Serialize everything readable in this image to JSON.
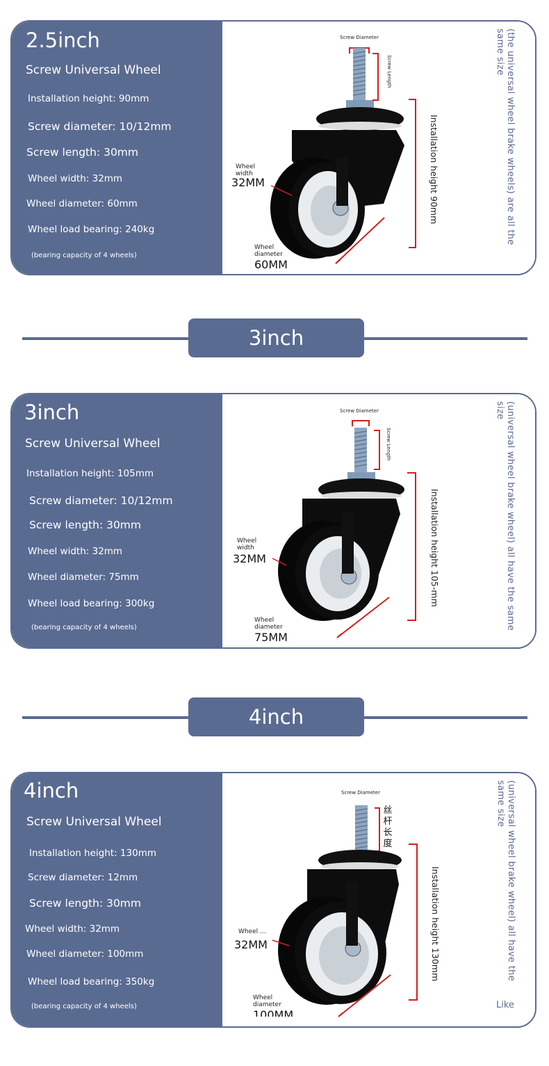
{
  "sections": [
    {
      "title": "2.5inch",
      "subtitle": "Screw Universal Wheel",
      "specs": [
        "Installation height: 90mm",
        "Screw diameter: 10/12mm",
        "Screw length: 30mm",
        "Wheel width: 32mm",
        "Wheel diameter: 60mm",
        "Wheel load bearing: 240kg"
      ],
      "note": "(bearing capacity of 4 wheels)",
      "side_note": "(the universal wheel brake wheels) are all the same size",
      "diagram": {
        "screw_diameter_label": "Screw Diameter",
        "screw_length_label": "Screw Length",
        "installation_label": "Installation height 90mm",
        "wheel_width_label": "Wheel width",
        "wheel_width_value": "32MM",
        "wheel_diameter_label": "Wheel diameter",
        "wheel_diameter_value": "60MM"
      }
    },
    {
      "title": "3inch",
      "subtitle": "Screw Universal Wheel",
      "specs": [
        "Installation height: 105mm",
        "Screw diameter: 10/12mm",
        "Screw length: 30mm",
        "Wheel width: 32mm",
        "Wheel diameter: 75mm",
        "Wheel load bearing: 300kg"
      ],
      "note": "(bearing capacity of 4 wheels)",
      "side_note": "(universal wheel brake wheel) all have the same size",
      "diagram": {
        "screw_diameter_label": "Screw Diameter",
        "screw_length_label": "Screw Length",
        "installation_label": "Installation height 105-mm",
        "wheel_width_label": "Wheel width",
        "wheel_width_value": "32MM",
        "wheel_diameter_label": "Wheel diameter",
        "wheel_diameter_value": "75MM"
      }
    },
    {
      "title": "4inch",
      "subtitle": "Screw Universal Wheel",
      "specs": [
        "Installation height: 130mm",
        "Screw diameter: 12mm",
        "Screw length: 30mm",
        "Wheel width: 32mm",
        "Wheel diameter: 100mm",
        "Wheel load bearing: 350kg"
      ],
      "note": "(bearing capacity of 4 wheels)",
      "side_note": "(universal wheel brake wheel) all have the same size",
      "like": "Like",
      "diagram": {
        "screw_diameter_label": "Screw Diameter",
        "screw_length_label": "丝杆长度",
        "installation_label": "Installation height 130mm",
        "wheel_width_label": "Wheel ...",
        "wheel_width_value": "32MM",
        "wheel_diameter_label": "Wheel diameter",
        "wheel_diameter_value": "100MM"
      }
    }
  ],
  "banners": [
    "3inch",
    "4inch"
  ],
  "colors": {
    "brand": "#5a6b91",
    "accent_red": "#d22020",
    "background": "#ffffff"
  }
}
